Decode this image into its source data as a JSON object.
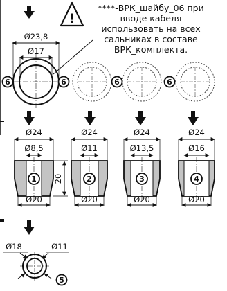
{
  "note": {
    "lines": [
      "****-ВРК_шайбу_06 при",
      "вводе кабеля",
      "использовать на всех",
      "сальниках в составе",
      "ВРК_комплекта."
    ],
    "warning_symbol": "!"
  },
  "top_ring": {
    "outer_diameter": "Ø23,8",
    "inner_diameter": "Ø17"
  },
  "part_callout": "6",
  "washers": [
    {
      "number": "1",
      "top_diameter": "Ø24",
      "hole_diameter": "Ø8,5",
      "bottom_diameter": "Ø20"
    },
    {
      "number": "2",
      "top_diameter": "Ø24",
      "hole_diameter": "Ø11",
      "bottom_diameter": "Ø20"
    },
    {
      "number": "3",
      "top_diameter": "Ø24",
      "hole_diameter": "Ø13,5",
      "bottom_diameter": "Ø20"
    },
    {
      "number": "4",
      "top_diameter": "Ø24",
      "hole_diameter": "Ø16",
      "bottom_diameter": "Ø20"
    }
  ],
  "height_dimension": "20",
  "bottom_part": {
    "outer_diameter": "Ø18",
    "inner_diameter": "Ø11",
    "callout": "5"
  },
  "colors": {
    "line": "#111111",
    "fill_gray": "#c4c4c4",
    "background": "#ffffff"
  }
}
